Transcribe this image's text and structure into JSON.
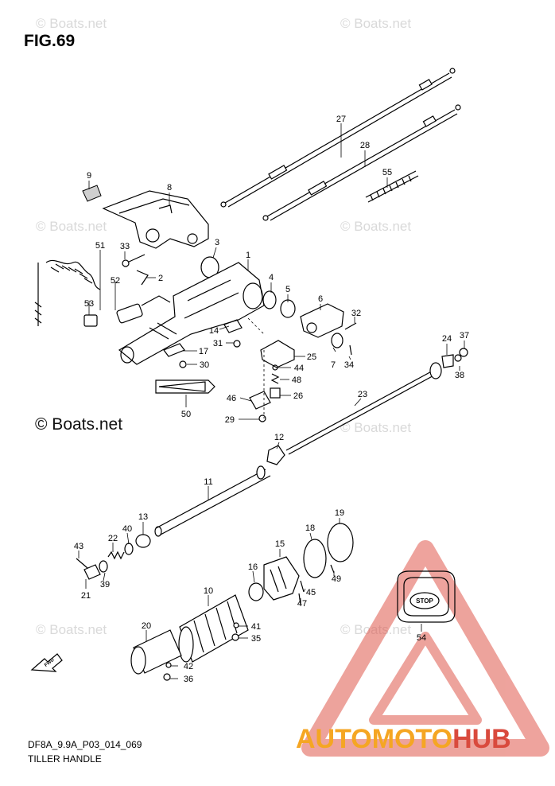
{
  "figure_title": "FIG.69",
  "watermark_text": "© Boats.net",
  "copyright_text": "© Boats.net",
  "doc_code": "DF8A_9.9A_P03_014_069",
  "doc_name": "TILLER HANDLE",
  "stop_label": "STOP",
  "fwd_label": "FWD",
  "logo": {
    "part1": "AUTOMOTO",
    "part2": "HUB",
    "color1": "#f5a623",
    "color2": "#d94a3d"
  },
  "callouts": [
    "1",
    "2",
    "3",
    "4",
    "5",
    "6",
    "7",
    "8",
    "9",
    "10",
    "11",
    "12",
    "13",
    "14",
    "15",
    "16",
    "17",
    "18",
    "19",
    "20",
    "21",
    "22",
    "23",
    "24",
    "25",
    "26",
    "27",
    "28",
    "29",
    "30",
    "31",
    "32",
    "33",
    "34",
    "35",
    "36",
    "37",
    "38",
    "39",
    "40",
    "41",
    "42",
    "43",
    "44",
    "45",
    "46",
    "47",
    "48",
    "49",
    "50",
    "51",
    "52",
    "53",
    "54",
    "55"
  ]
}
